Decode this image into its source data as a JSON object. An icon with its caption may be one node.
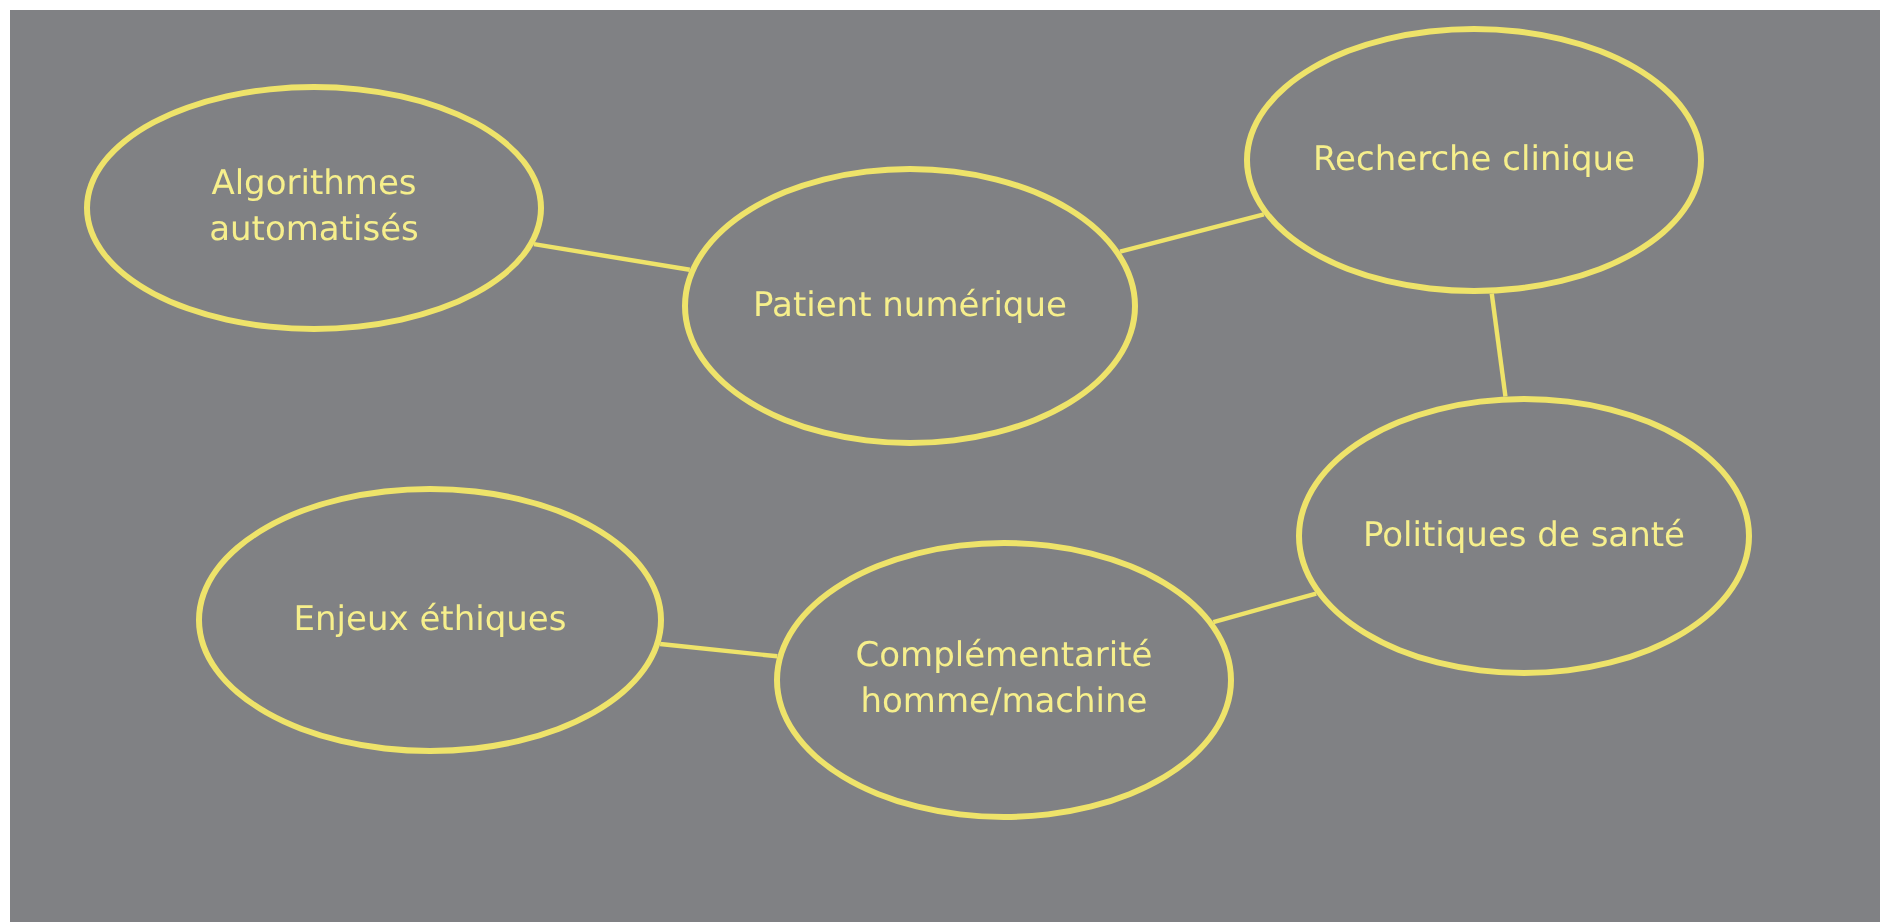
{
  "diagram": {
    "nodes": [
      {
        "text": [
          "Algorithmes automatisés"
        ]
      },
      {
        "text": [
          "Patient numérique"
        ]
      },
      {
        "text": [
          "Recherche clinique"
        ]
      },
      {
        "text": [
          "Politiques de santé"
        ]
      },
      {
        "text": [
          "Enjeux éthiques"
        ]
      },
      {
        "text": [
          "Complémentarité homme/machine"
        ]
      }
    ],
    "edges": [
      {
        "from": 0,
        "to": 1,
        "arrow": "none"
      },
      {
        "from": 1,
        "to": 2,
        "arrow": "none"
      },
      {
        "from": 2,
        "to": 3,
        "arrow": "none"
      },
      {
        "from": 4,
        "to": 5,
        "arrow": "none"
      },
      {
        "from": 5,
        "to": 3,
        "arrow": "none"
      }
    ]
  }
}
